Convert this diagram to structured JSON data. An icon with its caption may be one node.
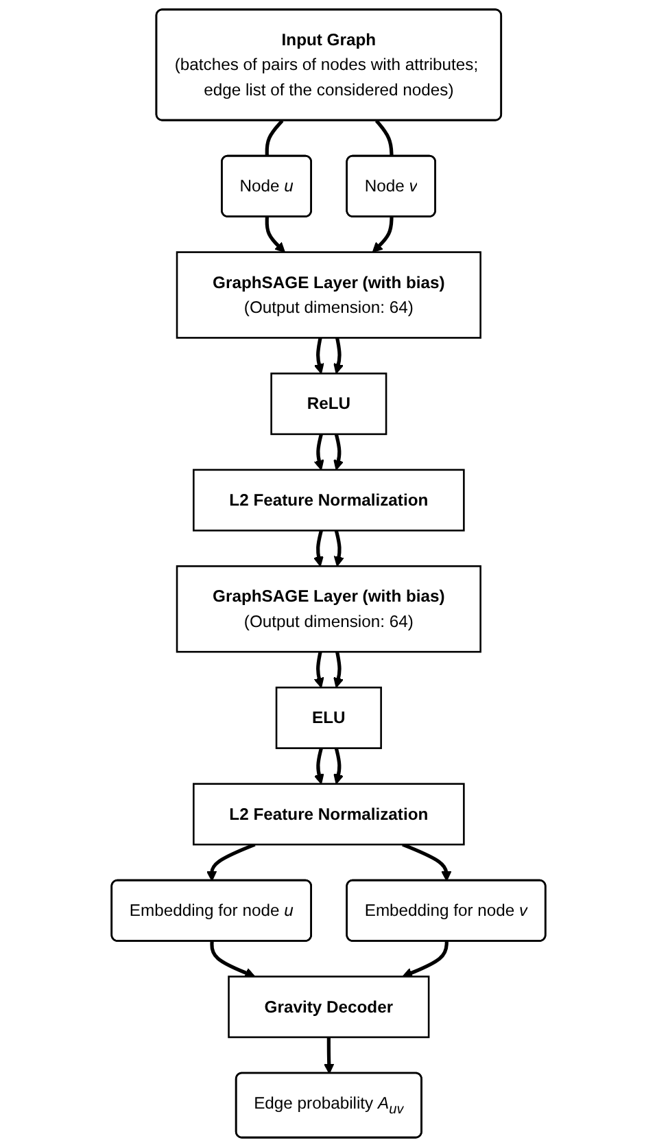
{
  "diagram": {
    "nodes": [
      {
        "text": [
          "Input Graph",
          "(batches of pairs of nodes with attributes; edge list of the considered nodes)"
        ]
      },
      {
        "text": [
          "Node *u*"
        ]
      },
      {
        "text": [
          "Node *v*"
        ]
      },
      {
        "text": [
          "GraphSAGE Layer (with bias)",
          "(Output dimension: 64)"
        ]
      },
      {
        "text": [
          "ReLU"
        ]
      },
      {
        "text": [
          "L2 Feature Normalization"
        ]
      },
      {
        "text": [
          "GraphSAGE Layer (with bias)",
          "(Output dimension: 64)"
        ]
      },
      {
        "text": [
          "ELU"
        ]
      },
      {
        "text": [
          "L2 Feature Normalization"
        ]
      },
      {
        "text": [
          "Embedding for node *u*"
        ]
      },
      {
        "text": [
          "Embedding for node *v*"
        ]
      },
      {
        "text": [
          "Gravity Decoder"
        ]
      },
      {
        "text": [
          "Edge probability *A*$_{uv}$"
        ]
      }
    ],
    "edges": [
      {
        "from": 0,
        "to": 1,
        "arrow": "none"
      },
      {
        "from": 0,
        "to": 2,
        "arrow": "none"
      },
      {
        "from": 1,
        "to": 3,
        "arrow": "to"
      },
      {
        "from": 2,
        "to": 3,
        "arrow": "to"
      },
      {
        "from": 3,
        "to": 4,
        "arrow": "to"
      },
      {
        "from": 3,
        "to": 4,
        "arrow": "to"
      },
      {
        "from": 4,
        "to": 5,
        "arrow": "to"
      },
      {
        "from": 4,
        "to": 5,
        "arrow": "to"
      },
      {
        "from": 5,
        "to": 6,
        "arrow": "to"
      },
      {
        "from": 5,
        "to": 6,
        "arrow": "to"
      },
      {
        "from": 6,
        "to": 7,
        "arrow": "to"
      },
      {
        "from": 6,
        "to": 7,
        "arrow": "to"
      },
      {
        "from": 7,
        "to": 8,
        "arrow": "to"
      },
      {
        "from": 7,
        "to": 8,
        "arrow": "to"
      },
      {
        "from": 8,
        "to": 9,
        "arrow": "to"
      },
      {
        "from": 8,
        "to": 10,
        "arrow": "to"
      },
      {
        "from": 9,
        "to": 11,
        "arrow": "to"
      },
      {
        "from": 10,
        "to": 11,
        "arrow": "to"
      },
      {
        "from": 11,
        "to": 12,
        "arrow": "to"
      }
    ]
  }
}
